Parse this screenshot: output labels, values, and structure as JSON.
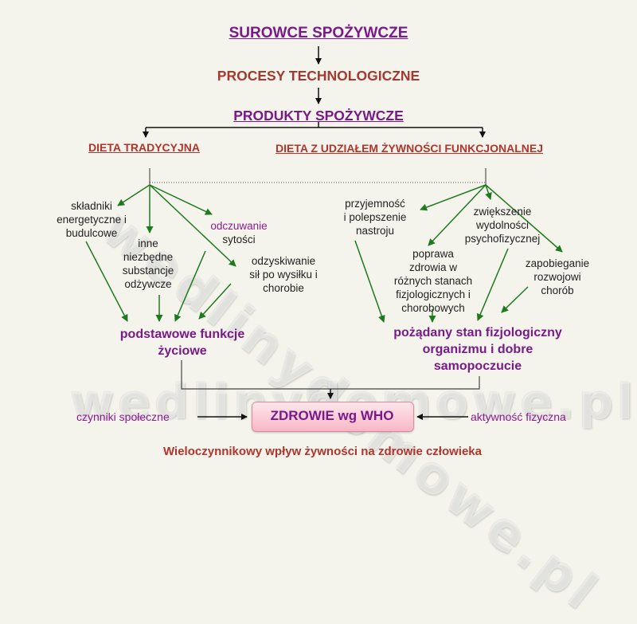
{
  "title": "SUROWCE SPOŻYWCZE",
  "processes": "PROCESY TECHNOLOGICZNE",
  "products": "PRODUKTY SPOŻYWCZE",
  "diet_traditional": "DIETA TRADYCYJNA",
  "diet_functional": "DIETA Z UDZIAŁEM ŻYWNOŚCI FUNKCJONALNEJ",
  "left_items": {
    "energy": [
      "składniki",
      "energetyczne i",
      "budulcowe"
    ],
    "other": [
      "inne",
      "niezbędne",
      "substancje",
      "odżywcze"
    ],
    "satiety": [
      "odczuwanie",
      "sytości"
    ],
    "recovery": [
      "odzyskiwanie",
      "sił po wysiłku i",
      "chorobie"
    ]
  },
  "right_items": {
    "pleasure": [
      "przyjemność",
      "i polepszenie",
      "nastroju"
    ],
    "performance": [
      "zwiększenie",
      "wydolności",
      "psychofizycznej"
    ],
    "health": [
      "poprawa",
      "zdrowia w",
      "różnych stanach",
      "fizjologicznych i",
      "chorobowych"
    ],
    "prevention": [
      "zapobieganie",
      "rozwojowi",
      "chorób"
    ]
  },
  "basic_functions": [
    "podstawowe funkcje",
    "życiowe"
  ],
  "desired_state": [
    "pożądany stan fizjologiczny",
    "organizmu i dobre",
    "samopoczucie"
  ],
  "who": "ZDROWIE wg WHO",
  "social_factors": "czynniki społeczne",
  "physical_activity": "aktywność fizyczna",
  "caption": "Wieloczynnikowy wpływ żywności na zdrowie człowieka",
  "watermark_diag": "wedlinydomowe.pl",
  "watermark_horiz": "wedlinydomowe.pl",
  "colors": {
    "purple": "#7a1a8a",
    "red": "#a33a32",
    "green": "#1f7a1f",
    "background": "#f4f4ec"
  }
}
